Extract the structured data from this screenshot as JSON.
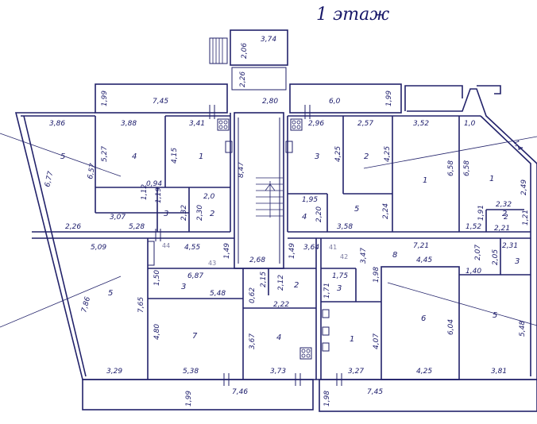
{
  "title": "1  этаж",
  "dims": [
    {
      "id": "d01",
      "t": "3,74"
    },
    {
      "id": "d02",
      "t": "2,06"
    },
    {
      "id": "d03",
      "t": "2,26"
    },
    {
      "id": "d04",
      "t": "2,80"
    },
    {
      "id": "d05",
      "t": "1,99"
    },
    {
      "id": "d06",
      "t": "7,45"
    },
    {
      "id": "d07",
      "t": "6,0"
    },
    {
      "id": "d08",
      "t": "1,99"
    },
    {
      "id": "d09",
      "t": "3,86"
    },
    {
      "id": "d10",
      "t": "3,88"
    },
    {
      "id": "d11",
      "t": "3,41"
    },
    {
      "id": "d12",
      "t": "2,96"
    },
    {
      "id": "d13",
      "t": "2,57"
    },
    {
      "id": "d14",
      "t": "3,52"
    },
    {
      "id": "d15",
      "t": "1,0"
    },
    {
      "id": "d16",
      "t": "1,4"
    },
    {
      "id": "d17",
      "t": "6,77"
    },
    {
      "id": "d18",
      "t": "6,57"
    },
    {
      "id": "d19",
      "t": "5,27"
    },
    {
      "id": "d20",
      "t": "4,15"
    },
    {
      "id": "d21",
      "t": "8,47"
    },
    {
      "id": "d22",
      "t": "4,25"
    },
    {
      "id": "d23",
      "t": "4,25"
    },
    {
      "id": "d24",
      "t": "6,58"
    },
    {
      "id": "d25",
      "t": "6,58"
    },
    {
      "id": "d26",
      "t": "2,49"
    },
    {
      "id": "d27",
      "t": "0,94"
    },
    {
      "id": "d28",
      "t": "1,12"
    },
    {
      "id": "d29",
      "t": "1,19"
    },
    {
      "id": "d30",
      "t": "2,0"
    },
    {
      "id": "d31",
      "t": "2,32"
    },
    {
      "id": "d32",
      "t": "2,30"
    },
    {
      "id": "d33",
      "t": "1,95"
    },
    {
      "id": "d34",
      "t": "2,20"
    },
    {
      "id": "d35",
      "t": "2,24"
    },
    {
      "id": "d36",
      "t": "1,91"
    },
    {
      "id": "d37",
      "t": "2,32"
    },
    {
      "id": "d38",
      "t": "2"
    },
    {
      "id": "d39",
      "t": "1,21"
    },
    {
      "id": "d40",
      "t": "3,07"
    },
    {
      "id": "d41",
      "t": "5,28"
    },
    {
      "id": "d42",
      "t": "3,58"
    },
    {
      "id": "d43",
      "t": "2,26"
    },
    {
      "id": "d44",
      "t": "1,52"
    },
    {
      "id": "d45",
      "t": "2,21"
    },
    {
      "id": "d46",
      "t": "5,09"
    },
    {
      "id": "d47",
      "t": "4,55"
    },
    {
      "id": "d48",
      "t": "1,49"
    },
    {
      "id": "d49",
      "t": "2,68"
    },
    {
      "id": "d50",
      "t": "1,49"
    },
    {
      "id": "d51",
      "t": "3,64"
    },
    {
      "id": "d52",
      "t": "7,21"
    },
    {
      "id": "d53",
      "t": "2,31"
    },
    {
      "id": "d54",
      "t": "3,47"
    },
    {
      "id": "d55",
      "t": "2,07"
    },
    {
      "id": "d56",
      "t": "2,05"
    },
    {
      "id": "d57",
      "t": "1,50"
    },
    {
      "id": "d58",
      "t": "6,87"
    },
    {
      "id": "d59",
      "t": "2,15"
    },
    {
      "id": "d60",
      "t": "2,12"
    },
    {
      "id": "d61",
      "t": "4,45"
    },
    {
      "id": "d62",
      "t": "1,40"
    },
    {
      "id": "d63",
      "t": "1,75"
    },
    {
      "id": "d64",
      "t": "1,71"
    },
    {
      "id": "d65",
      "t": "1,98"
    },
    {
      "id": "d66",
      "t": "7,86"
    },
    {
      "id": "d67",
      "t": "7,65"
    },
    {
      "id": "d68",
      "t": "5,48"
    },
    {
      "id": "d69",
      "t": "0,62"
    },
    {
      "id": "d70",
      "t": "2,22"
    },
    {
      "id": "d71",
      "t": "4,80"
    },
    {
      "id": "d72",
      "t": "3,67"
    },
    {
      "id": "d73",
      "t": "4,07"
    },
    {
      "id": "d74",
      "t": "6,04"
    },
    {
      "id": "d75",
      "t": "5,48"
    },
    {
      "id": "d76",
      "t": "3,29"
    },
    {
      "id": "d77",
      "t": "5,38"
    },
    {
      "id": "d78",
      "t": "3,73"
    },
    {
      "id": "d79",
      "t": "3,27"
    },
    {
      "id": "d80",
      "t": "4,25"
    },
    {
      "id": "d81",
      "t": "3,81"
    },
    {
      "id": "d82",
      "t": "1,99"
    },
    {
      "id": "d83",
      "t": "7,46"
    },
    {
      "id": "d84",
      "t": "1,98"
    },
    {
      "id": "d85",
      "t": "7,45"
    }
  ],
  "rooms": [
    {
      "id": "r01",
      "t": "5"
    },
    {
      "id": "r02",
      "t": "4"
    },
    {
      "id": "r03",
      "t": "1"
    },
    {
      "id": "r04",
      "t": "3"
    },
    {
      "id": "r05",
      "t": "2"
    },
    {
      "id": "r06",
      "t": "3"
    },
    {
      "id": "r07",
      "t": "2"
    },
    {
      "id": "r08",
      "t": "1"
    },
    {
      "id": "r09",
      "t": "1"
    },
    {
      "id": "r10",
      "t": "4"
    },
    {
      "id": "r11",
      "t": "5"
    },
    {
      "id": "r12",
      "t": "2"
    },
    {
      "id": "r13",
      "t": "3"
    },
    {
      "id": "r14",
      "t": "5"
    },
    {
      "id": "r15",
      "t": "3"
    },
    {
      "id": "r16",
      "t": "2"
    },
    {
      "id": "r17",
      "t": "8"
    },
    {
      "id": "r18",
      "t": "3"
    },
    {
      "id": "r19",
      "t": "7"
    },
    {
      "id": "r20",
      "t": "4"
    },
    {
      "id": "r21",
      "t": "1"
    },
    {
      "id": "r22",
      "t": "6"
    },
    {
      "id": "r23",
      "t": "5"
    },
    {
      "id": "r24",
      "t": "4"
    }
  ],
  "stamps": [
    {
      "id": "s1",
      "t": "44"
    },
    {
      "id": "s2",
      "t": "43"
    },
    {
      "id": "s3",
      "t": "41"
    },
    {
      "id": "s4",
      "t": "42"
    }
  ]
}
